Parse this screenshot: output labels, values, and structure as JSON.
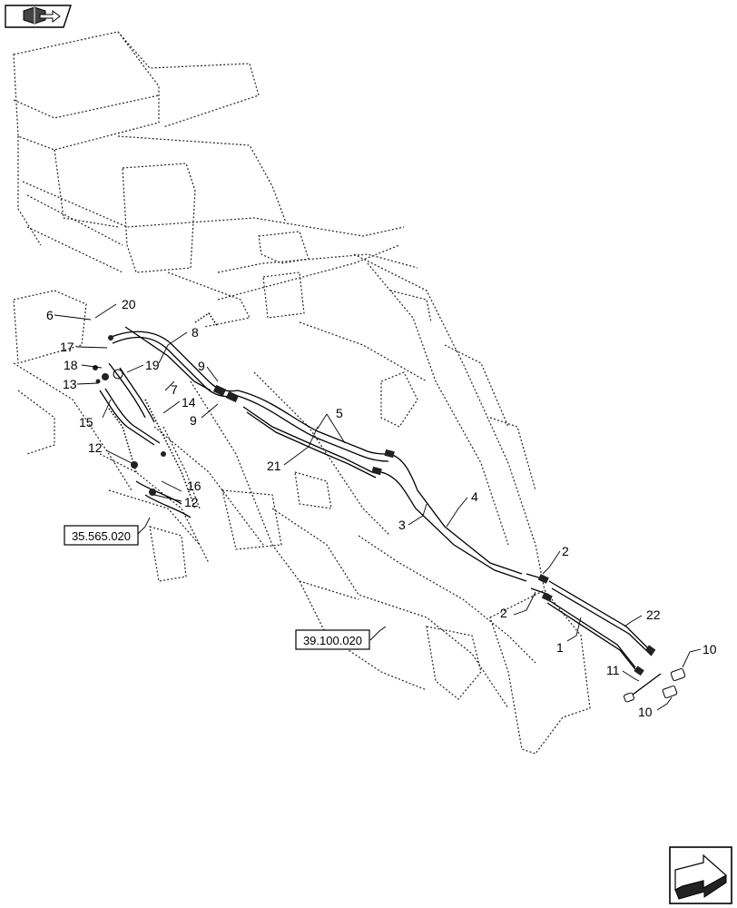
{
  "icons": {
    "top_left": "book-with-arrow-icon",
    "bottom_right": "next-page-arrow-icon"
  },
  "references": [
    "35.565.020",
    "39.100.020"
  ],
  "callouts": [
    "1",
    "2",
    "2",
    "3",
    "4",
    "5",
    "6",
    "7",
    "8",
    "9",
    "9",
    "10",
    "10",
    "11",
    "12",
    "12",
    "13",
    "14",
    "15",
    "16",
    "17",
    "18",
    "19",
    "20",
    "21",
    "22"
  ]
}
